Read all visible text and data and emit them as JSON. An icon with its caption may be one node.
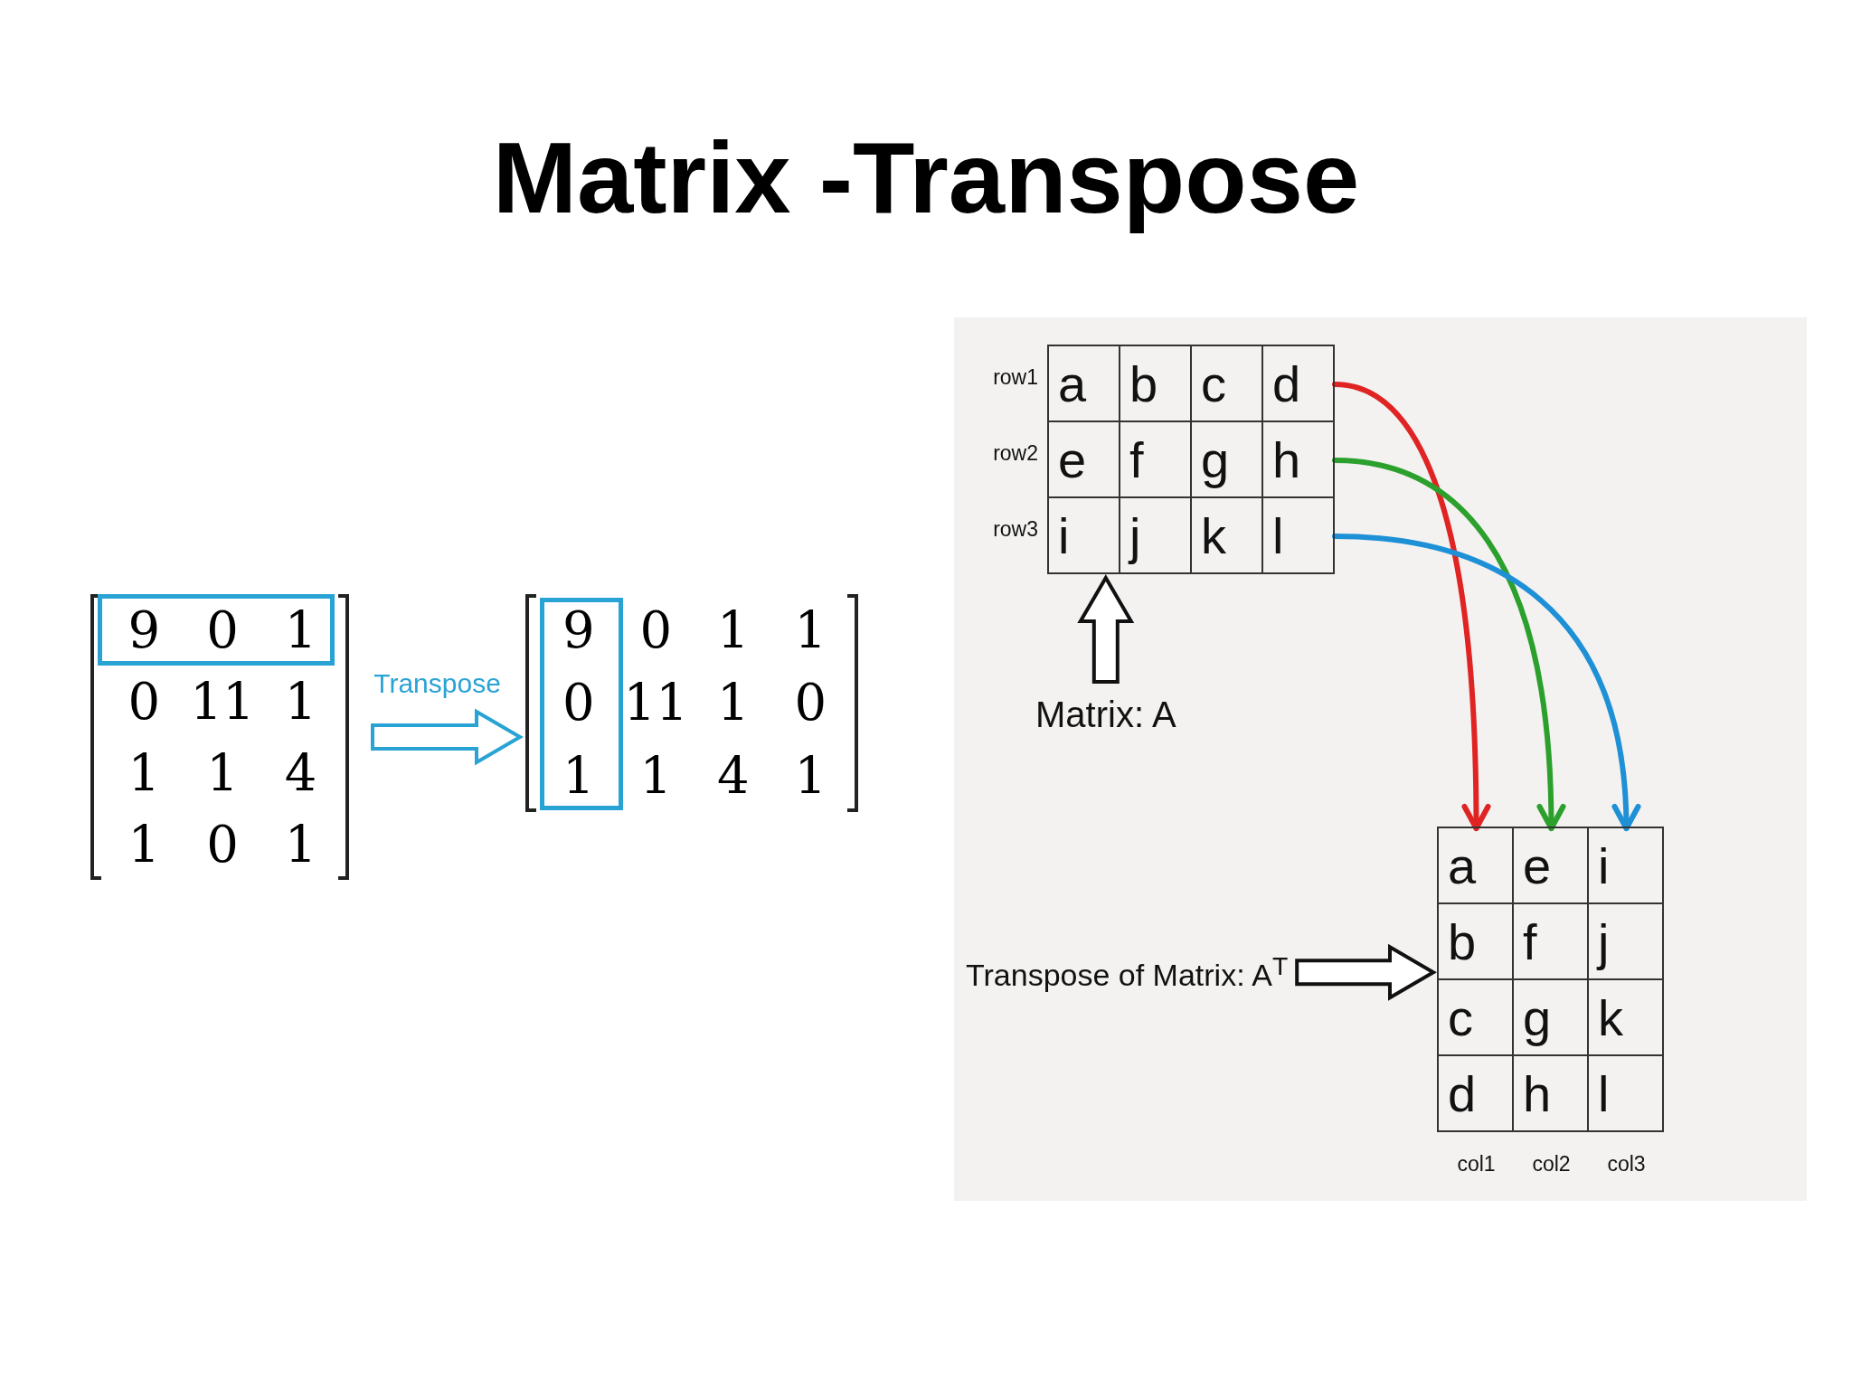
{
  "diagram": {
    "title": "Matrix -Transpose",
    "nodes": [
      {
        "text": [
          "9",
          "0",
          "1",
          "0",
          "11",
          "1",
          "1",
          "1",
          "4",
          "1",
          "0",
          "1"
        ]
      },
      {
        "text": [
          "9",
          "0",
          "1",
          "1",
          "0",
          "11",
          "1",
          "0",
          "1",
          "1",
          "4",
          "1"
        ]
      },
      {
        "text": [],
        "shape": "box"
      },
      {
        "text": [
          "a",
          "b",
          "c",
          "d"
        ],
        "in": 2,
        "beside": [
          "row1"
        ]
      },
      {
        "text": [
          "e",
          "f",
          "g",
          "h"
        ],
        "in": 2,
        "beside": [
          "row2"
        ]
      },
      {
        "text": [
          "i",
          "j",
          "k",
          "l"
        ],
        "in": 2,
        "beside": [
          "row3"
        ]
      },
      {
        "text": [
          "Matrix: A"
        ]
      },
      {
        "text": [
          "Transpose of Matrix: A$^{T}$"
        ]
      },
      {
        "text": [],
        "shape": "box"
      },
      {
        "text": [
          "a",
          "b",
          "c",
          "d"
        ],
        "in": 8,
        "beside": [
          "col1"
        ]
      },
      {
        "text": [
          "e",
          "f",
          "g",
          "h"
        ],
        "in": 8,
        "beside": [
          "col2"
        ]
      },
      {
        "text": [
          "i",
          "j",
          "k",
          "l"
        ],
        "in": 8,
        "beside": [
          "col3"
        ]
      }
    ],
    "edges": [
      {
        "from": 0,
        "to": 1,
        "arrow": "to",
        "label": "Transpose",
        "color": "#29a3d4"
      },
      {
        "from": 6,
        "to": 2,
        "arrow": "to"
      },
      {
        "from": 3,
        "to": 9,
        "arrow": "to",
        "color": "#e02424"
      },
      {
        "from": 4,
        "to": 10,
        "arrow": "to",
        "color": "#2ca02c"
      },
      {
        "from": 5,
        "to": 11,
        "arrow": "to",
        "color": "#1e90d6"
      },
      {
        "from": 7,
        "to": 8,
        "arrow": "to"
      }
    ]
  }
}
